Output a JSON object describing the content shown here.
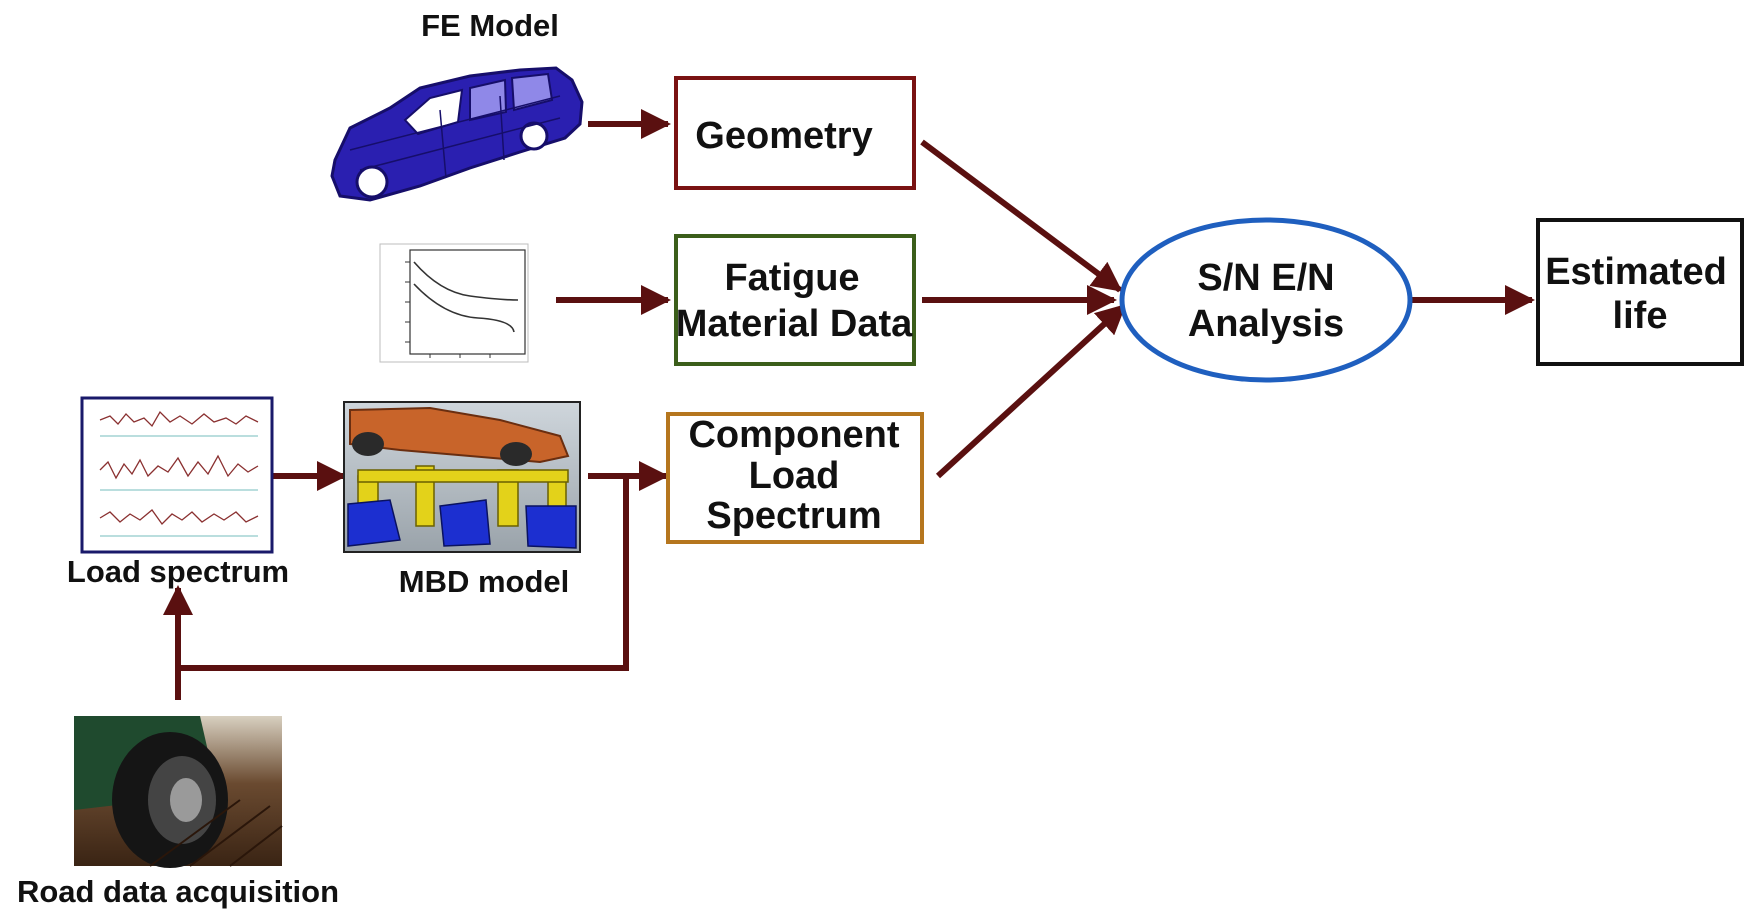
{
  "labels": {
    "fe_model": "FE Model",
    "load_spectrum": "Load spectrum",
    "mbd_model": "MBD model",
    "road_data": "Road data acquisition"
  },
  "boxes": {
    "geometry": "Geometry",
    "fatigue_line1": "Fatigue",
    "fatigue_line2": "Material Data",
    "component_line1": "Component",
    "component_line2": "Load",
    "component_line3": "Spectrum",
    "analysis_line1": "S/N E/N",
    "analysis_line2": "Analysis",
    "life_line1": "Estimated",
    "life_line2": "life"
  },
  "colors": {
    "arrow": "#5a1010",
    "geometry_border": "#7a1212",
    "fatigue_border": "#3b5e1a",
    "component_border": "#b5761e",
    "analysis_border": "#1f5fbf",
    "life_border": "#111111",
    "fe_model_body": "#2a1fb0",
    "mbd_rig": "#e3d21a",
    "mbd_car": "#c8642a"
  },
  "icons": {
    "fe_model": "car-body-fe-mesh-icon",
    "sn_curve": "sn-curve-plot-icon",
    "load_spectrum": "load-signal-plot-icon",
    "mbd_model": "multibody-test-rig-icon",
    "road_data": "road-tyre-photo-icon"
  }
}
